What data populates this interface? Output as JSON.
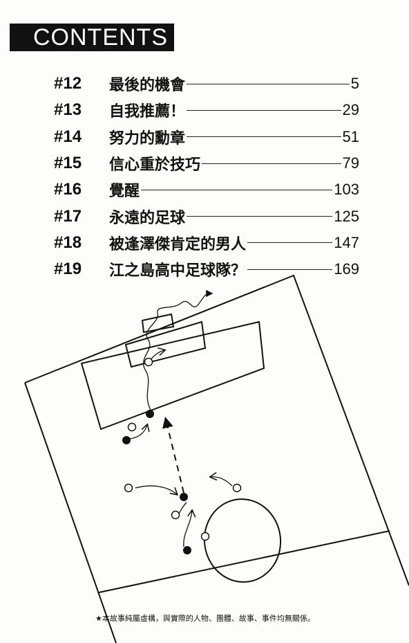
{
  "header": {
    "title": "CONTENTS"
  },
  "toc": [
    {
      "num": "#12",
      "title": "最後的機會",
      "page": "5"
    },
    {
      "num": "#13",
      "title": "自我推薦！",
      "page": "29"
    },
    {
      "num": "#14",
      "title": "努力的勳章",
      "page": "51"
    },
    {
      "num": "#15",
      "title": "信心重於技巧",
      "page": "79"
    },
    {
      "num": "#16",
      "title": "覺醒",
      "page": "103"
    },
    {
      "num": "#17",
      "title": "永遠的足球",
      "page": "125"
    },
    {
      "num": "#18",
      "title": "被逢澤傑肯定的男人",
      "page": "147"
    },
    {
      "num": "#19",
      "title": "江之島高中足球隊？",
      "page": "169"
    }
  ],
  "footer": {
    "disclaimer": "★本故事純屬虛構，與實際的人物、團體、故事、事件均無關係。"
  }
}
